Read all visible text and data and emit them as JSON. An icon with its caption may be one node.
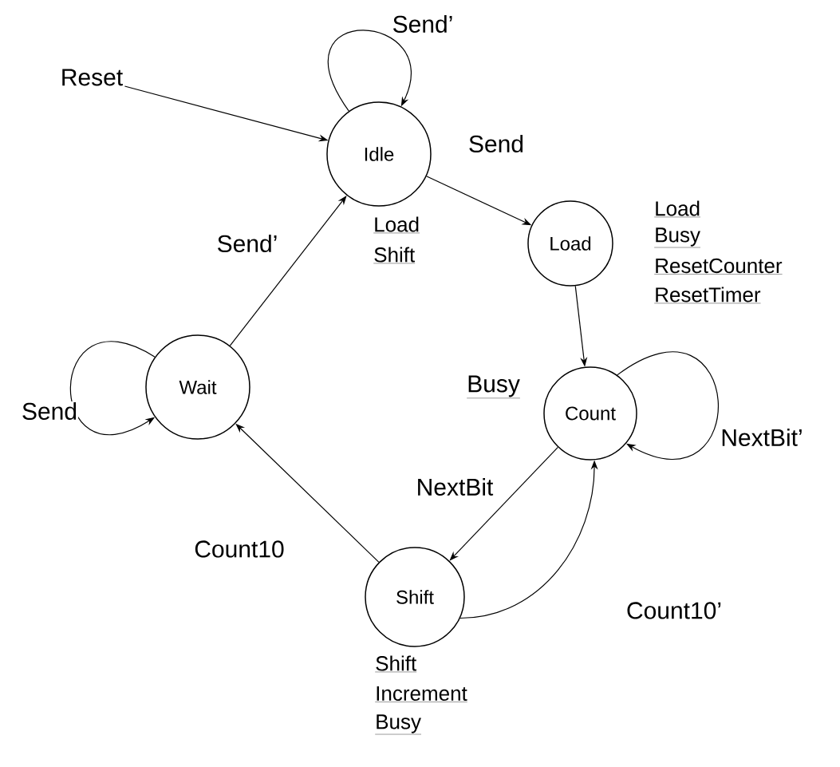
{
  "diagram": {
    "nodes": [
      {
        "text": [
          "Reset"
        ]
      },
      {
        "text": [
          "Idle"
        ],
        "beside": [
          "Load",
          "Shift"
        ]
      },
      {
        "text": [
          "Load"
        ],
        "beside": [
          "Load",
          "Busy",
          "ResetCounter",
          "ResetTimer"
        ]
      },
      {
        "text": [
          "Count"
        ],
        "beside": [
          "Busy"
        ]
      },
      {
        "text": [
          "Shift"
        ],
        "beside": [
          "Shift",
          "Increment",
          "Busy"
        ]
      },
      {
        "text": [
          "Wait"
        ]
      }
    ],
    "edges": [
      {
        "from": 0,
        "to": 1,
        "arrow": "to"
      },
      {
        "from": 1,
        "to": 1,
        "arrow": "to",
        "label": "Send’"
      },
      {
        "from": 1,
        "to": 2,
        "arrow": "to",
        "label": "Send"
      },
      {
        "from": 2,
        "to": 3,
        "arrow": "to"
      },
      {
        "from": 3,
        "to": 3,
        "arrow": "to",
        "label": "NextBit’"
      },
      {
        "from": 3,
        "to": 4,
        "arrow": "to",
        "label": "NextBit"
      },
      {
        "from": 4,
        "to": 3,
        "arrow": "to",
        "label": "Count10’"
      },
      {
        "from": 4,
        "to": 5,
        "arrow": "to",
        "label": "Count10"
      },
      {
        "from": 5,
        "to": 5,
        "arrow": "to",
        "label": "Send"
      },
      {
        "from": 5,
        "to": 1,
        "arrow": "to",
        "label": "Send’"
      }
    ]
  }
}
